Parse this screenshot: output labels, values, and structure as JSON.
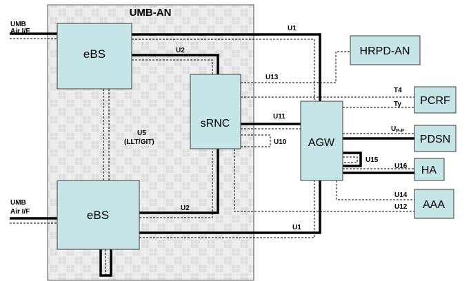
{
  "diagram": {
    "area_title": "UMB-AN",
    "air_if": {
      "top_line1": "UMB",
      "top_line2": "Air I/F",
      "bottom_line1": "UMB",
      "bottom_line2": "Air I/F"
    },
    "nodes": {
      "ebs_top": "eBS",
      "ebs_bottom": "eBS",
      "srnc": "sRNC",
      "agw": "AGW",
      "hrpd_an": "HRPD-AN",
      "pcrf": "PCRF",
      "pdsn": "PDSN",
      "ha": "HA",
      "aaa": "AAA"
    },
    "interfaces": {
      "u1_top": "U1",
      "u1_bottom": "U1",
      "u2_top": "U2",
      "u2_bottom": "U2",
      "u5_line1": "U5",
      "u5_line2": "(LLT/GIT)",
      "u10": "U10",
      "u11": "U11",
      "u12": "U12",
      "u13": "U13",
      "u14": "U14",
      "u15": "U15",
      "u16": "U16",
      "t4": "T4",
      "ty": "Ty",
      "upp_main": "U",
      "upp_sub": "P-P"
    },
    "colors": {
      "node_fill": "#c5e5e6",
      "node_stroke": "#3a3a3a",
      "area_fill": "#ebebeb",
      "line": "#000000"
    }
  }
}
